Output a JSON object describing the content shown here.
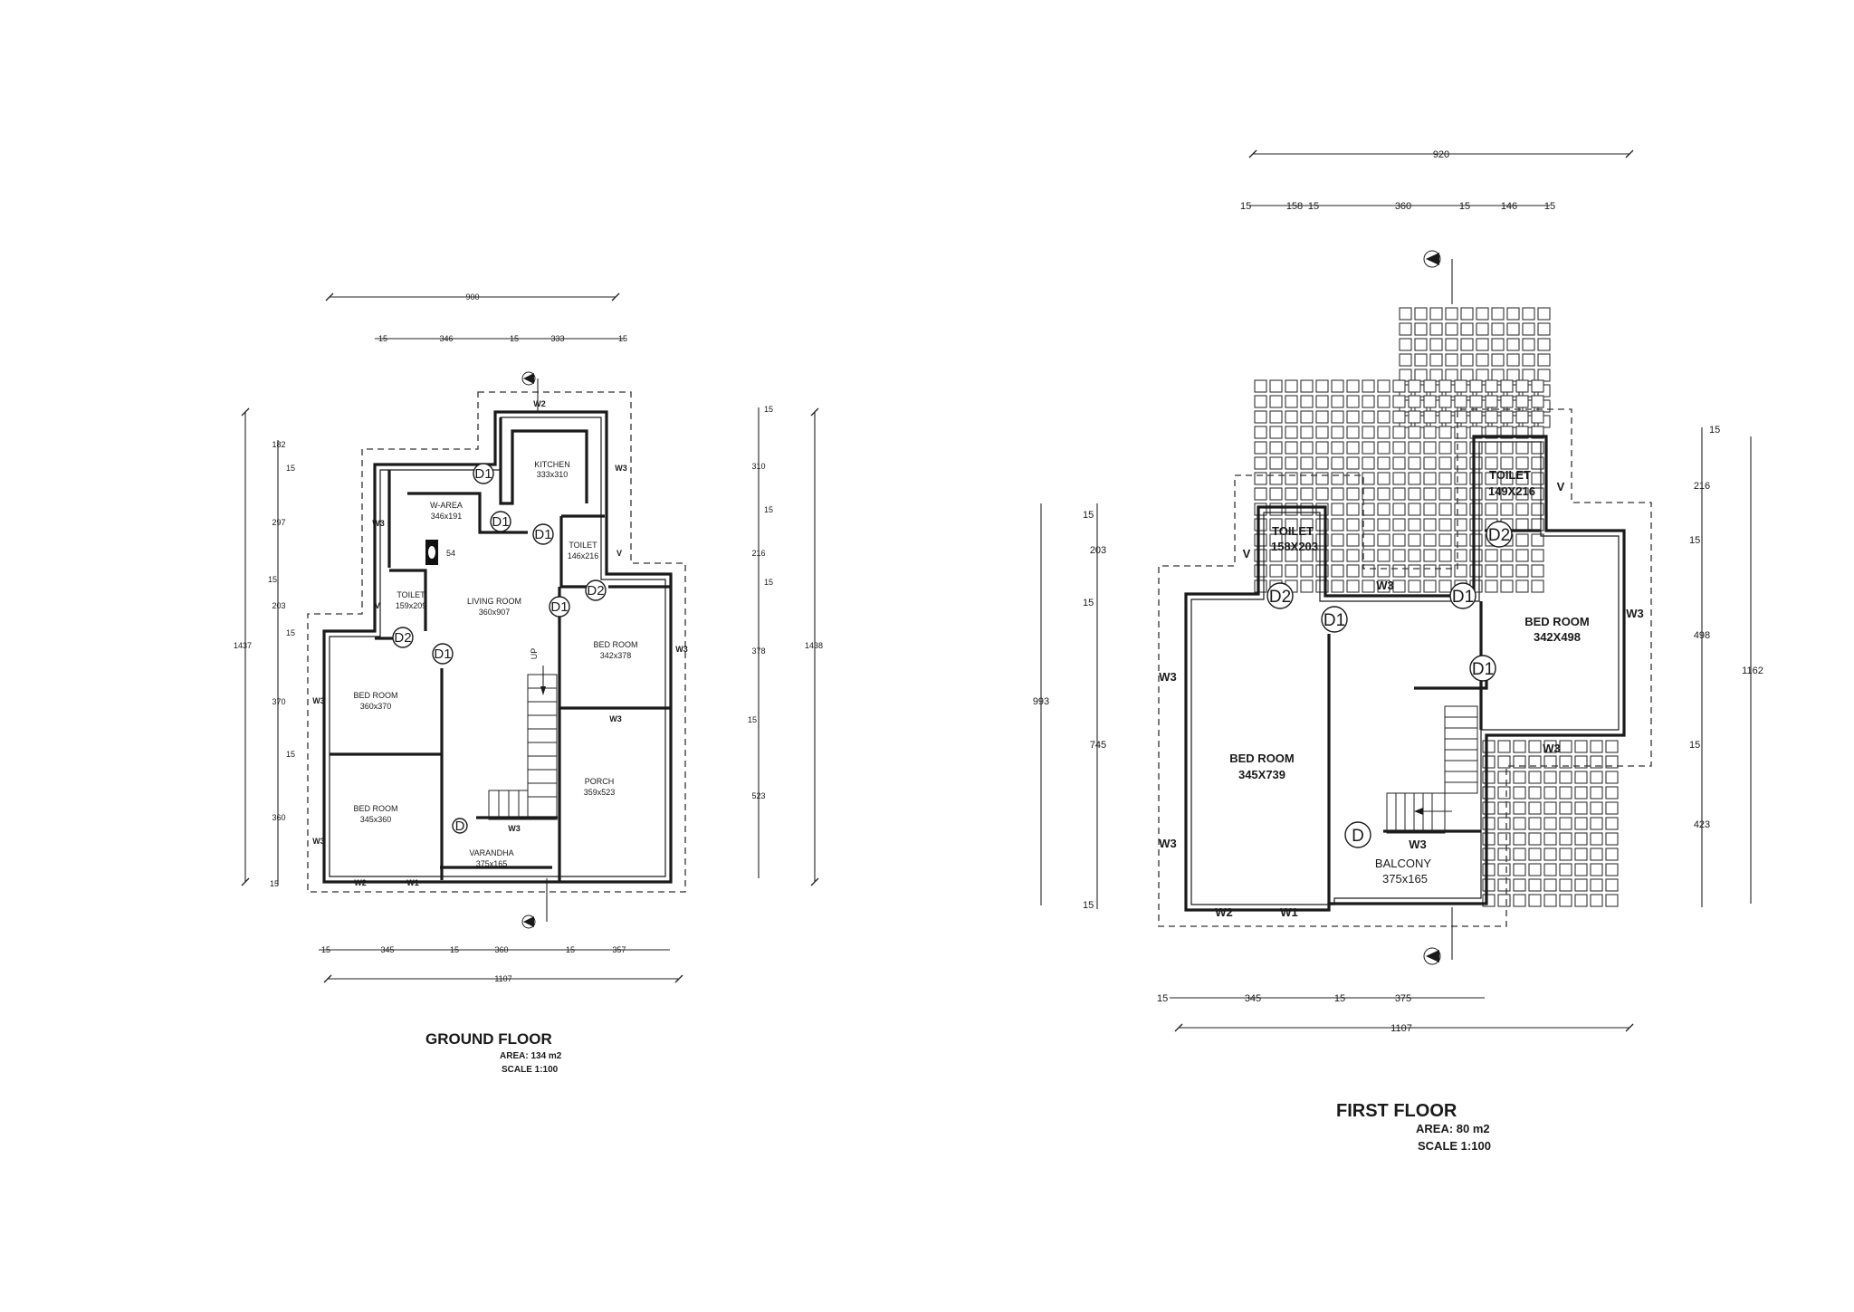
{
  "ground_floor": {
    "title": "GROUND FLOOR",
    "area": "AREA: 134 m2",
    "scale": "SCALE 1:100",
    "rooms": {
      "kitchen": {
        "name": "KITCHEN",
        "size": "333x310"
      },
      "w_area": {
        "name": "W-AREA",
        "size": "346x191"
      },
      "toilet_1": {
        "name": "TOILET",
        "size": "146x216"
      },
      "toilet_2": {
        "name": "TOILET",
        "size": "159x209"
      },
      "living": {
        "name": "LIVING ROOM",
        "size": "360x907"
      },
      "bed_1": {
        "name": "BED ROOM",
        "size": "342x378"
      },
      "bed_2": {
        "name": "BED ROOM",
        "size": "360x370"
      },
      "bed_3": {
        "name": "BED ROOM",
        "size": "345x360"
      },
      "porch": {
        "name": "PORCH",
        "size": "359x523"
      },
      "varandha": {
        "name": "VARANDHA",
        "size": "375x165"
      }
    },
    "tags": {
      "D1": "D1",
      "D2": "D2",
      "D": "D",
      "W1": "W1",
      "W2": "W2",
      "W3": "W3",
      "V": "V",
      "UP": "UP",
      "sink": "54"
    },
    "dims": {
      "top_total": "900",
      "top_parts": [
        "15",
        "346",
        "15",
        "333",
        "15"
      ],
      "bottom_parts": [
        "15",
        "345",
        "15",
        "360",
        "15",
        "357"
      ],
      "bottom_total": "1107",
      "left_parts": [
        "182",
        "15",
        "297",
        "15",
        "203",
        "15",
        "370",
        "15",
        "360",
        "15"
      ],
      "left_total": "1437",
      "right_parts": [
        "15",
        "310",
        "15",
        "216",
        "15",
        "378",
        "15",
        "523"
      ],
      "right_total": "1438"
    }
  },
  "first_floor": {
    "title": "FIRST FLOOR",
    "area": "AREA: 80 m2",
    "scale": "SCALE 1:100",
    "rooms": {
      "toilet_a": {
        "name": "TOILET",
        "size": "158X203"
      },
      "toilet_b": {
        "name": "TOILET",
        "size": "149X216"
      },
      "bed_a": {
        "name": "BED ROOM",
        "size": "345X739"
      },
      "bed_b": {
        "name": "BED ROOM",
        "size": "342X498"
      },
      "balcony": {
        "name": "BALCONY",
        "size": "375x165"
      }
    },
    "tags": {
      "D1": "D1",
      "D2": "D2",
      "D": "D",
      "W1": "W1",
      "W2": "W2",
      "W3": "W3",
      "V": "V"
    },
    "dims": {
      "top_total": "920",
      "top_parts": [
        "15",
        "158",
        "15",
        "360",
        "15",
        "146",
        "15"
      ],
      "bottom_parts": [
        "15",
        "345",
        "15",
        "375"
      ],
      "bottom_total": "1107",
      "left_parts": [
        "15",
        "203",
        "15",
        "745",
        "15"
      ],
      "left_total": "993",
      "right_parts": [
        "15",
        "216",
        "15",
        "498",
        "15",
        "423"
      ],
      "right_total": "1162"
    }
  }
}
